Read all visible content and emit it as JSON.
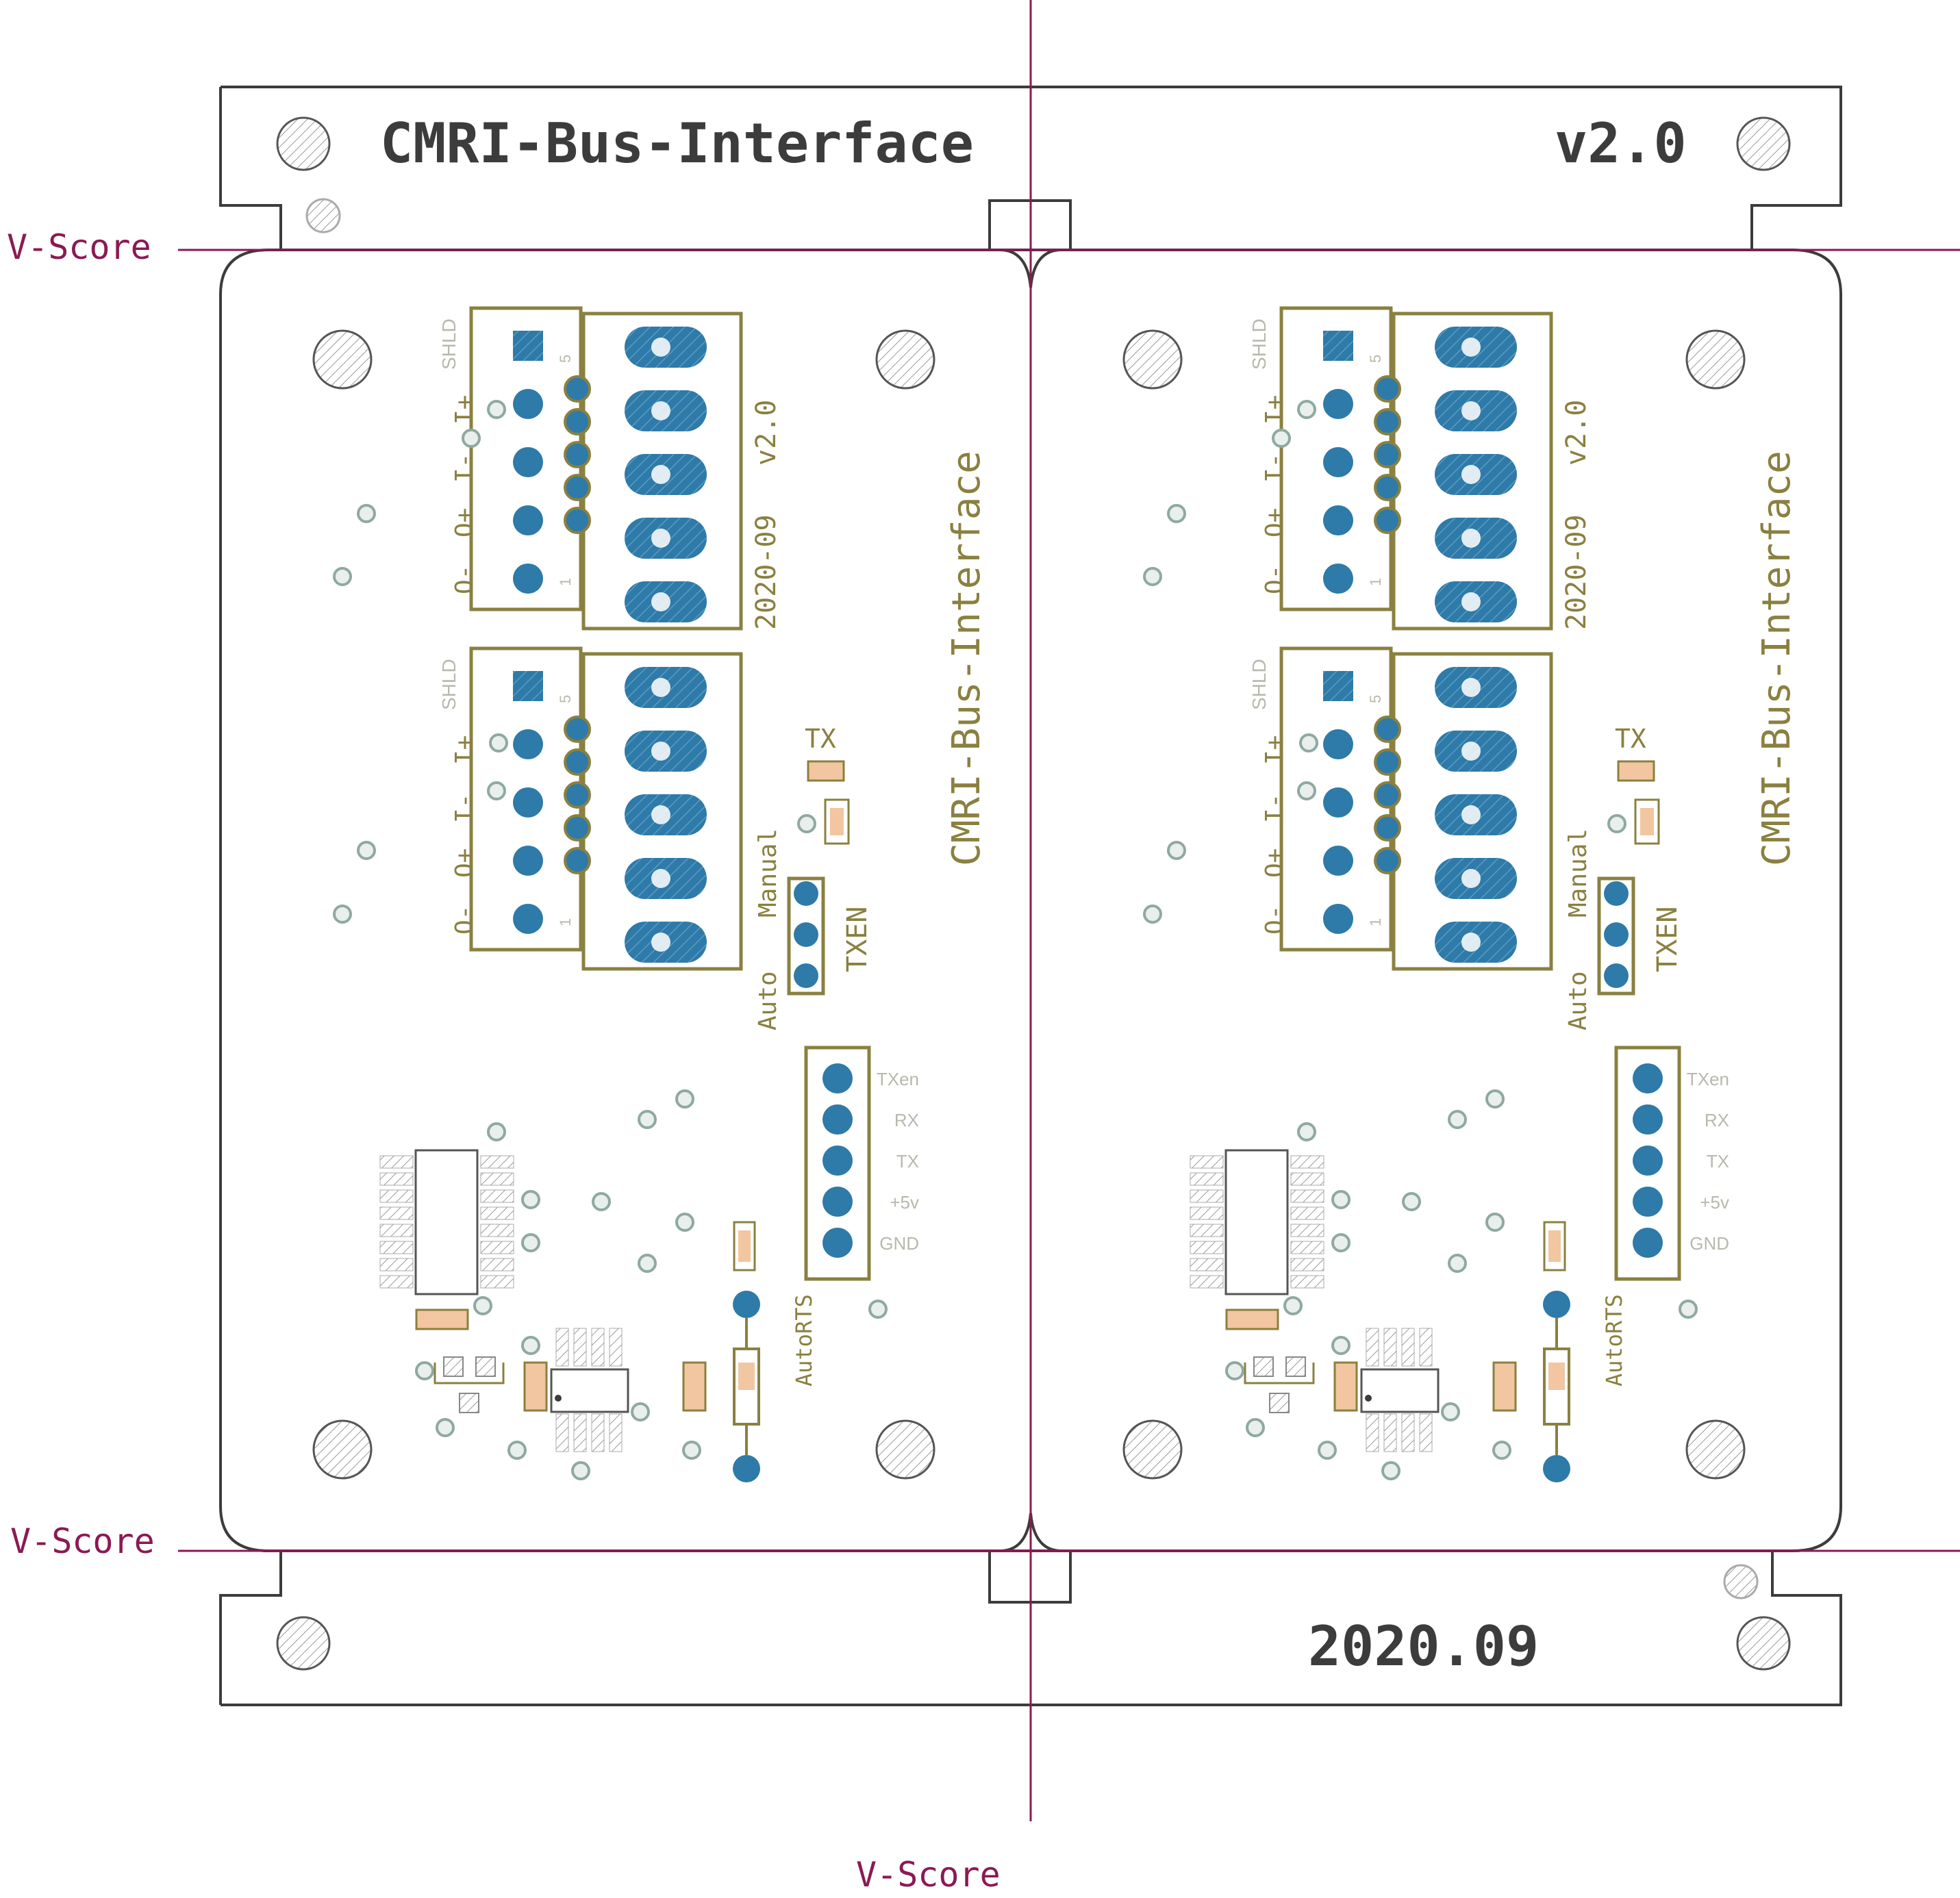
{
  "panel": {
    "title": "CMRI-Bus-Interface",
    "version": "v2.0",
    "date": "2020.09",
    "vscore_label": "V-Score"
  },
  "board": {
    "title_vertical": "CMRI-Bus-Interface",
    "version_vertical": "v2.0",
    "date_vertical": "2020-09",
    "terminal_labels": [
      "SHLD",
      "I+",
      "I-",
      "O+",
      "O-"
    ],
    "pin_numbers": [
      "5",
      "1"
    ],
    "jumper_labels": {
      "manual": "Manual",
      "auto": "Auto",
      "txen": "TXEN"
    },
    "led_label": "TX",
    "autorts_label": "AutoRTS",
    "header_pins": [
      "TXen",
      "RX",
      "TX",
      "+5v",
      "GND"
    ]
  },
  "colors": {
    "outline": "#3c3c3c",
    "vscore": "#8a1a52",
    "silk": "#8a8040",
    "pad": "#2e7aa8",
    "smd": "#f2c6a0",
    "faint": "#b8b8ac"
  }
}
